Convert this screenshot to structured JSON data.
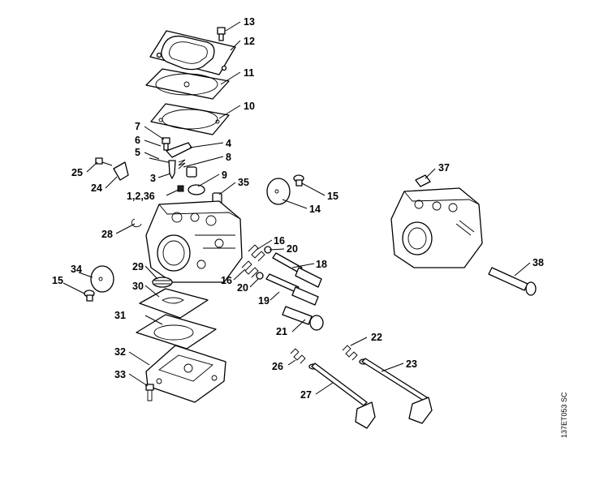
{
  "doc_ref": "137ET053 SC",
  "callouts": {
    "c13": "13",
    "c12": "12",
    "c11": "11",
    "c10": "10",
    "c7": "7",
    "c6": "6",
    "c5": "5",
    "c4": "4",
    "c8": "8",
    "c3": "3",
    "c9": "9",
    "c35": "35",
    "c25": "25",
    "c24": "24",
    "c1_2_36": "1,2,36",
    "c15a": "15",
    "c14": "14",
    "c37": "37",
    "c28": "28",
    "c16a": "16",
    "c20a": "20",
    "c18": "18",
    "c16b": "16",
    "c20b": "20",
    "c29": "29",
    "c34": "34",
    "c15b": "15",
    "c19": "19",
    "c30": "30",
    "c31": "31",
    "c21": "21",
    "c38": "38",
    "c22": "22",
    "c32": "32",
    "c23": "23",
    "c26": "26",
    "c33": "33",
    "c27": "27"
  }
}
